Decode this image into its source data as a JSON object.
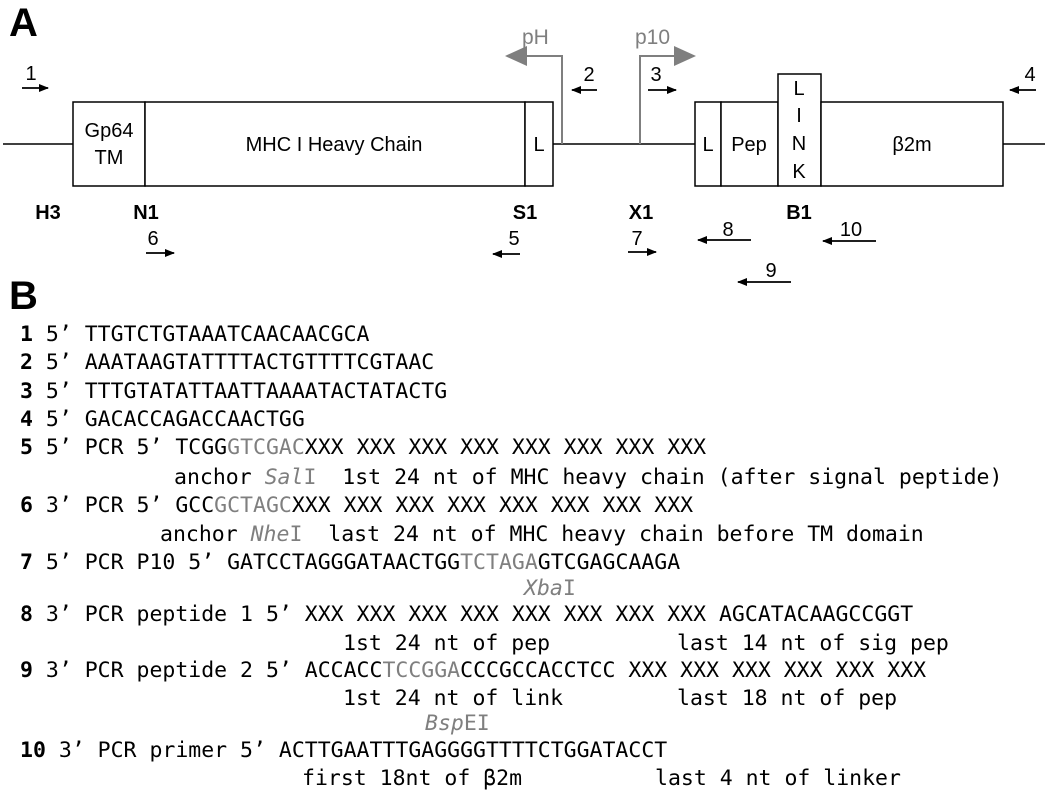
{
  "panel_a": {
    "label": "A",
    "boxes": {
      "gp64": [
        "Gp64",
        "TM"
      ],
      "mhc": "MHC I Heavy Chain",
      "l1": "L",
      "l2": "L",
      "pep": "Pep",
      "link": [
        "L",
        "I",
        "N",
        "K"
      ],
      "b2m": "β2m"
    },
    "promoters": {
      "ph": "pH",
      "p10": "p10"
    },
    "sites": [
      "H3",
      "N1",
      "S1",
      "X1",
      "B1"
    ],
    "primer_numbers": [
      "1",
      "2",
      "3",
      "4",
      "5",
      "6",
      "7",
      "8",
      "9",
      "10"
    ]
  },
  "panel_b": {
    "label": "B",
    "primers": [
      {
        "num": "1",
        "text": " 5’ TTGTCTGTAAATCAACAACGCA"
      },
      {
        "num": "2",
        "text": " 5’ AAATAAGTATTTTACTGTTTTCGTAAC"
      },
      {
        "num": "3",
        "text": " 5’ TTTGTATATTAATTAAAATACTATACTG"
      },
      {
        "num": "4",
        "text": " 5’ GACACCAGACCAACTGG"
      },
      {
        "num": "5",
        "pre": " 5’ PCR 5’ TCGG",
        "site": "GTCGAC",
        "post": "XXX XXX XXX XXX XXX XXX XXX XXX"
      },
      {
        "num": "6",
        "pre": " 3’ PCR 5’ GCC",
        "site": "GCTAGC",
        "post": "XXX XXX XXX XXX XXX XXX XXX XXX"
      },
      {
        "num": "7",
        "pre": " 5’ PCR P10 5’ GATCCTAGGGATAACTGG",
        "site": "TCTAGA",
        "post": "GTCGAGCAAGA"
      },
      {
        "num": "8",
        "text": " 3’ PCR peptide 1 5’ XXX XXX XXX XXX XXX XXX XXX XXX AGCATACAAGCCGGT"
      },
      {
        "num": "9",
        "pre": " 3’ PCR peptide 2 5’ ACCACC",
        "site": "TCCGGA",
        "post": "CCCGCCACCTCC XXX XXX XXX XXX XXX XXX"
      },
      {
        "num": "10",
        "text": " 3’ PCR primer 5’ ACTTGAATTTGAGGGGTTTTCTGGATACCT"
      }
    ],
    "annotations": {
      "a5_pre": "anchor ",
      "a5_enz_it": "Sal",
      "a5_enz_rest": "I",
      "a5_post": "  1st 24 nt of MHC heavy chain (after signal peptide)",
      "a6_pre": "anchor ",
      "a6_enz_it": "Nhe",
      "a6_enz_rest": "I",
      "a6_post": "  last 24 nt of MHC heavy chain before TM domain",
      "a7_enz_it": "Xba",
      "a7_enz_rest": "I",
      "a8_left": "1st 24 nt of pep",
      "a8_right": "last 14 nt of sig pep",
      "a9_left": "1st 24 nt of link",
      "a9_right": "last 18 nt of pep",
      "a9b_enz_it": "Bsp",
      "a9b_enz_rest": "EI",
      "a10_left": "first 18nt of β2m",
      "a10_right": "last 4 nt of linker"
    }
  },
  "colors": {
    "ink": "#000000",
    "gray": "#7f7f7f"
  }
}
